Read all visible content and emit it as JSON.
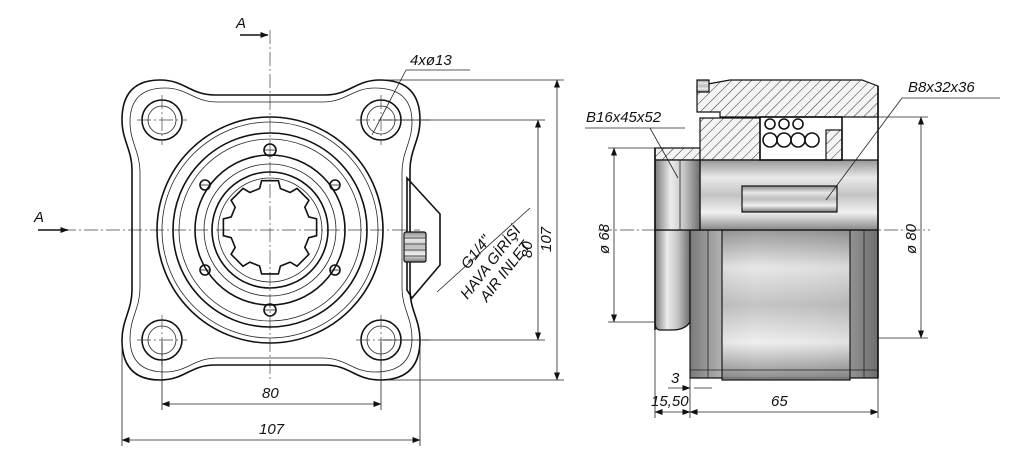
{
  "section_marker": "A",
  "front_view": {
    "hole_spec": "4xø13",
    "air_inlet": {
      "thread": "G1/4\"",
      "label_tr": "HAVA GİRİŞİ",
      "label_en": "AIR INLET"
    },
    "dims": {
      "hole_pitch_h": "80",
      "flange_width": "107",
      "hole_pitch_v": "80",
      "flange_height": "107"
    }
  },
  "side_view": {
    "shaft_left": "B16x45x52",
    "shaft_right": "B8x32x36",
    "dims": {
      "diameter_left": "ø 68",
      "diameter_right": "ø 80",
      "step": "3",
      "offset": "15,50",
      "length": "65"
    }
  }
}
